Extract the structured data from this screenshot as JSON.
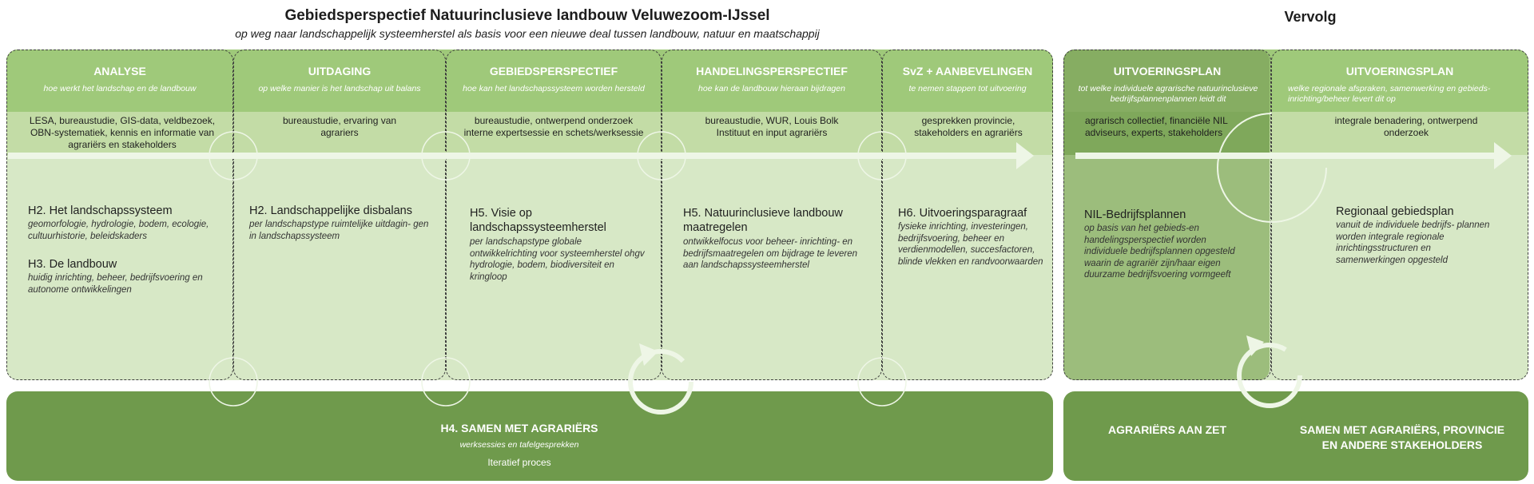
{
  "header": {
    "title": "Gebiedsperspectief  Natuurinclusieve landbouw Veluwezoom-IJssel",
    "subtitle": "op weg naar landschappelijk systeemherstel als basis voor een nieuwe deal tussen landbouw, natuur en maatschappij",
    "vervolg": "Vervolg"
  },
  "columns": [
    {
      "title": "ANALYSE",
      "subtitle": "hoe werkt het landschap en de landbouw",
      "inputs": "LESA, bureaustudie, GIS-data, veldbezoek, OBN-systematiek, kennis en informatie van agrariërs en stakeholders",
      "h1_title": "H2. Het landschapssysteem",
      "h1_desc": "geomorfologie, hydrologie, bodem, ecologie, cultuurhistorie, beleidskaders",
      "h2_title": "H3. De landbouw",
      "h2_desc": "huidig inrichting, beheer, bedrijfsvoering en autonome ontwikkelingen"
    },
    {
      "title": "UITDAGING",
      "subtitle": "op welke manier is het landschap uit balans",
      "inputs": "bureaustudie, ervaring van agrariers",
      "h1_title": "H2. Landschappelijke disbalans",
      "h1_desc": "per landschapstype ruimtelijke uitdagin- gen in landschapssysteem"
    },
    {
      "title": "GEBIEDSPERSPECTIEF",
      "subtitle": "hoe kan het landschapssysteem worden hersteld",
      "inputs": "bureaustudie, ontwerpend onderzoek interne expertsessie en schets/werksessie",
      "h1_title": "H5. Visie op landschapssysteemherstel",
      "h1_desc": "per landschapstype globale ontwikkelrichting voor systeemherstel ohgv hydrologie, bodem, biodiversiteit en kringloop"
    },
    {
      "title": "HANDELINGSPERSPECTIEF",
      "subtitle": "hoe kan de landbouw hieraan bijdragen",
      "inputs": "bureaustudie, WUR, Louis Bolk Instituut en input agrariërs",
      "h1_title": "H5. Natuurinclusieve landbouw maatregelen",
      "h1_desc": "ontwikkelfocus voor beheer- inrichting- en bedrijfsmaatregelen om bijdrage te leveren aan landschapssysteemherstel"
    },
    {
      "title": "SvZ + AANBEVELINGEN",
      "subtitle": "te nemen stappen tot uitvoering",
      "inputs": "gesprekken provincie, stakeholders en agrariërs",
      "h1_title": "H6. Uitvoeringsparagraaf",
      "h1_desc": "fysieke inrichting, investeringen, bedrijfsvoering, beheer en verdienmodellen, succesfactoren, blinde vlekken en randvoorwaarden"
    },
    {
      "title": "UITVOERINGSPLAN",
      "subtitle": "tot welke individuele agrarische natuurinclusieve bedrijfsplannenplannen leidt dit",
      "inputs": "agrarisch collectief, financiële NIL adviseurs, experts, stakeholders",
      "h1_title": "NIL-Bedrijfsplannen",
      "h1_desc": "op basis van het gebieds-en handelingsperspectief worden individuele bedrijfsplannen opgesteld waarin de agrariër zijn/haar eigen duurzame bedrijfsvoering vormgeeft"
    },
    {
      "title": "UITVOERINGSPLAN",
      "subtitle": "welke regionale afspraken, samenwerking en gebieds- inrichting/beheer levert dit op",
      "inputs": "integrale benadering, ontwerpend onderzoek",
      "h1_title": "Regionaal gebiedsplan",
      "h1_desc": "vanuit de individuele bedrijfs- plannen worden integrale regionale inrichtingsstructuren en samenwerkingen opgesteld"
    }
  ],
  "bottom_left": {
    "title": "H4. SAMEN MET AGRARIËRS",
    "subtitle": "werksessies en tafelgesprekken",
    "text": "Iteratief proces"
  },
  "bottom_right": {
    "left_title": "AGRARIËRS AAN ZET",
    "right_title_line1": "SAMEN MET AGRARIËRS, PROVINCIE",
    "right_title_line2": "EN ANDERE STAKEHOLDERS"
  },
  "colors": {
    "panel": "#d7e8c6",
    "band": "#c3dca6",
    "header_band": "#9fc97a",
    "dark_green": "#6f9a4c",
    "highlight_column": "#9cbd7c"
  }
}
